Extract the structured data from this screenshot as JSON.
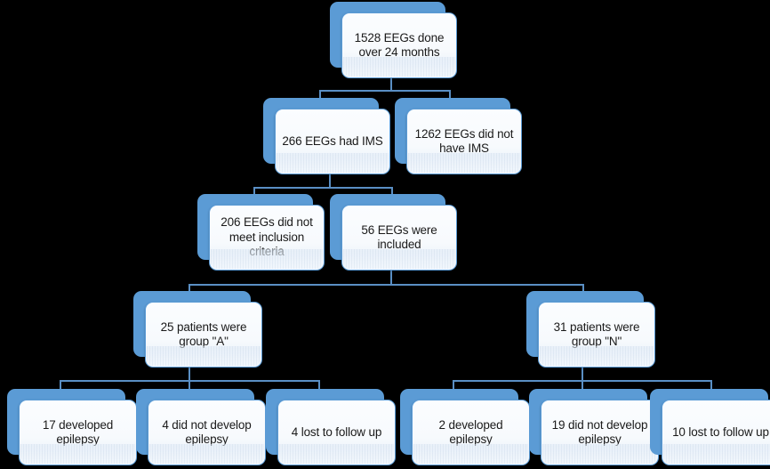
{
  "diagram": {
    "title": "EEG / IMS patient flow chart",
    "background_color": "#000000",
    "node_fill_color": "#5b9bd5",
    "node_front_color": "#f7fafd",
    "connector_color": "#5a8fc4",
    "levels": [
      {
        "level": 1,
        "nodes": [
          {
            "id": "total-eegs",
            "text": "1528  EEGs done over 24 months"
          }
        ]
      },
      {
        "level": 2,
        "nodes": [
          {
            "id": "had-ims",
            "text": "266 EEGs had IMS"
          },
          {
            "id": "no-ims",
            "text": "1262  EEGs did not have IMS"
          }
        ]
      },
      {
        "level": 3,
        "nodes": [
          {
            "id": "excluded",
            "text": "206 EEGs did not meet inclusion criteria"
          },
          {
            "id": "included",
            "text": "56 EEGs were included"
          }
        ]
      },
      {
        "level": 4,
        "nodes": [
          {
            "id": "group-a",
            "text": "25 patients were group \"A\""
          },
          {
            "id": "group-n",
            "text": "31 patients were group \"N\""
          }
        ]
      },
      {
        "level": 5,
        "nodes": [
          {
            "id": "a-developed",
            "text": "17 developed epilepsy"
          },
          {
            "id": "a-not-developed",
            "text": "4 did not develop epilepsy"
          },
          {
            "id": "a-lost",
            "text": "4 lost to follow up"
          },
          {
            "id": "n-developed",
            "text": "2 developed epilepsy"
          },
          {
            "id": "n-not-developed",
            "text": "19 did not develop epilepsy"
          },
          {
            "id": "n-lost",
            "text": "10 lost to follow up"
          }
        ]
      }
    ]
  }
}
